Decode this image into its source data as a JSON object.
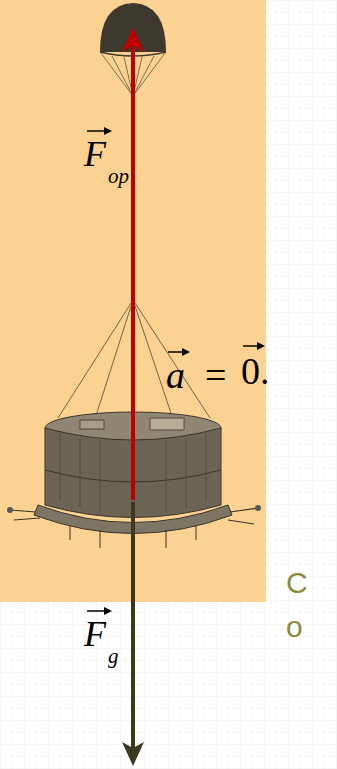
{
  "diagram": {
    "labels": [
      "F",
      "op",
      "a",
      "=",
      "0.",
      "F",
      "g",
      "C",
      "o"
    ]
  }
}
